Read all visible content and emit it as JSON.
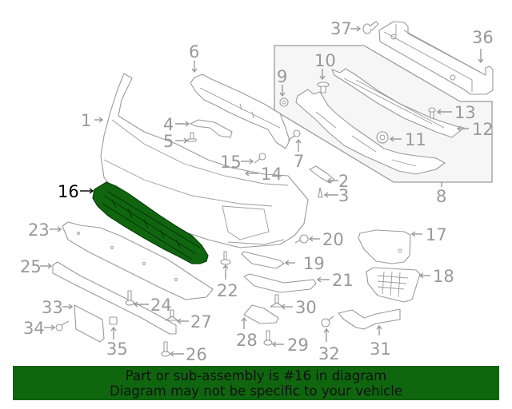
{
  "diagram": {
    "highlighted_part": "16",
    "highlight_color": "#0f660f",
    "callout_color": "#999999",
    "callouts": [
      {
        "id": "1",
        "label": "1",
        "part": "bumper-cover"
      },
      {
        "id": "2",
        "label": "2",
        "part": "bracket"
      },
      {
        "id": "3",
        "label": "3",
        "part": "screw"
      },
      {
        "id": "4",
        "label": "4",
        "part": "bracket"
      },
      {
        "id": "5",
        "label": "5",
        "part": "bolt"
      },
      {
        "id": "6",
        "label": "6",
        "part": "upper-support"
      },
      {
        "id": "7",
        "label": "7",
        "part": "screw"
      },
      {
        "id": "8",
        "label": "8",
        "part": "absorber-assembly"
      },
      {
        "id": "9",
        "label": "9",
        "part": "nut"
      },
      {
        "id": "10",
        "label": "10",
        "part": "retainer"
      },
      {
        "id": "11",
        "label": "11",
        "part": "clip"
      },
      {
        "id": "12",
        "label": "12",
        "part": "upper-absorber"
      },
      {
        "id": "13",
        "label": "13",
        "part": "push-pin"
      },
      {
        "id": "14",
        "label": "14",
        "part": "tow-hook-cover"
      },
      {
        "id": "15",
        "label": "15",
        "part": "screw"
      },
      {
        "id": "16",
        "label": "16",
        "part": "grille"
      },
      {
        "id": "17",
        "label": "17",
        "part": "fog-lamp-bezel"
      },
      {
        "id": "18",
        "label": "18",
        "part": "side-grille"
      },
      {
        "id": "19",
        "label": "19",
        "part": "molding"
      },
      {
        "id": "20",
        "label": "20",
        "part": "screw"
      },
      {
        "id": "21",
        "label": "21",
        "part": "molding"
      },
      {
        "id": "22",
        "label": "22",
        "part": "screw"
      },
      {
        "id": "23",
        "label": "23",
        "part": "lower-deflector"
      },
      {
        "id": "24",
        "label": "24",
        "part": "screw"
      },
      {
        "id": "25",
        "label": "25",
        "part": "lower-reinforcement"
      },
      {
        "id": "26",
        "label": "26",
        "part": "screw"
      },
      {
        "id": "27",
        "label": "27",
        "part": "screw"
      },
      {
        "id": "28",
        "label": "28",
        "part": "bracket"
      },
      {
        "id": "29",
        "label": "29",
        "part": "screw"
      },
      {
        "id": "30",
        "label": "30",
        "part": "screw"
      },
      {
        "id": "31",
        "label": "31",
        "part": "duct"
      },
      {
        "id": "32",
        "label": "32",
        "part": "screw"
      },
      {
        "id": "33",
        "label": "33",
        "part": "license-bracket"
      },
      {
        "id": "34",
        "label": "34",
        "part": "screw"
      },
      {
        "id": "35",
        "label": "35",
        "part": "nut"
      },
      {
        "id": "36",
        "label": "36",
        "part": "impact-bar"
      },
      {
        "id": "37",
        "label": "37",
        "part": "bolt"
      }
    ]
  },
  "banner": {
    "line1": "Part or sub-assembly is #16 in diagram",
    "line2": "Diagram may not be specific to your vehicle",
    "background": "#0f660f"
  }
}
